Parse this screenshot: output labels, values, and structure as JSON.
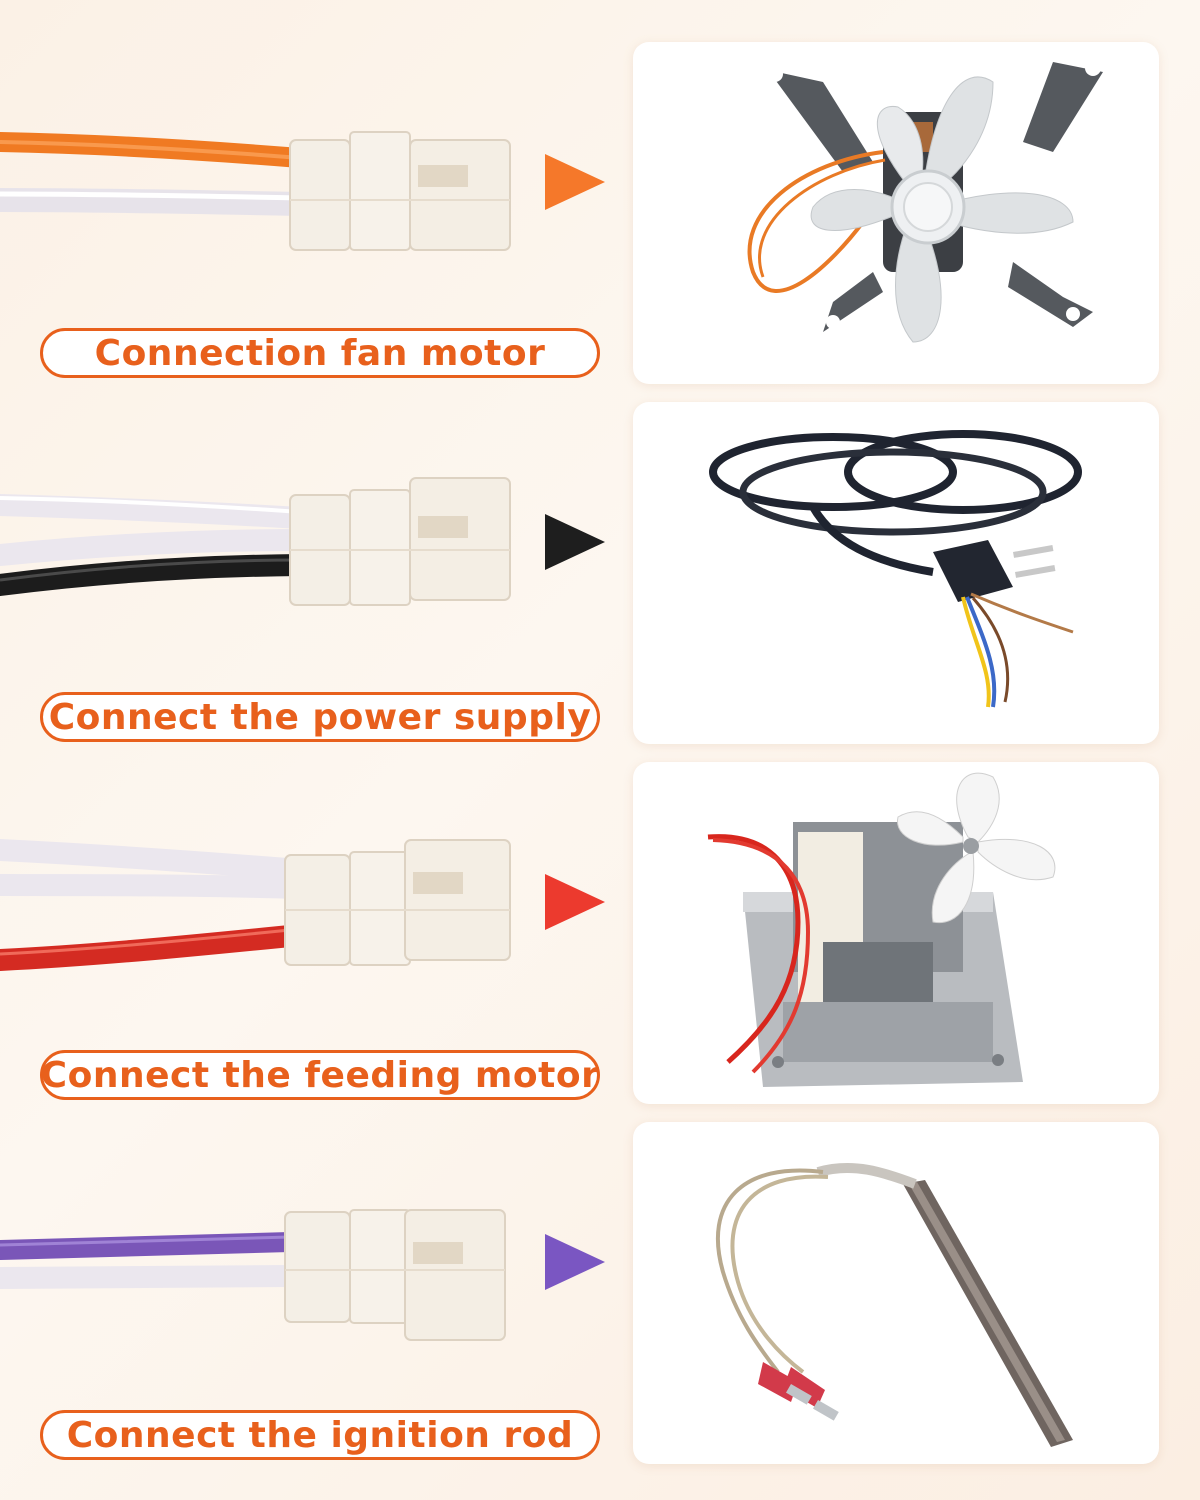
{
  "rows": [
    {
      "label": "Connection fan motor",
      "wire_colors": [
        "#f07a22",
        "#f3f0f3"
      ],
      "arrow_color": "#f5782a",
      "device": "fan-motor"
    },
    {
      "label": "Connect the power supply",
      "wire_colors": [
        "#f3f0f3",
        "#f3f0f3",
        "#1c1c1c"
      ],
      "arrow_color": "#1e1e1e",
      "device": "power-cord"
    },
    {
      "label": "Connect the feeding motor",
      "wire_colors": [
        "#f3f0f3",
        "#f3f0f3",
        "#d42b22"
      ],
      "arrow_color": "#ec3a2e",
      "device": "feed-motor"
    },
    {
      "label": "Connect the ignition rod",
      "wire_colors": [
        "#7a56b8",
        "#f3f0f3"
      ],
      "arrow_color": "#7a56c2",
      "device": "ignition-rod"
    }
  ],
  "colors": {
    "accent": "#e8601c",
    "card_bg": "#ffffff",
    "background": "#fbf1e6"
  }
}
